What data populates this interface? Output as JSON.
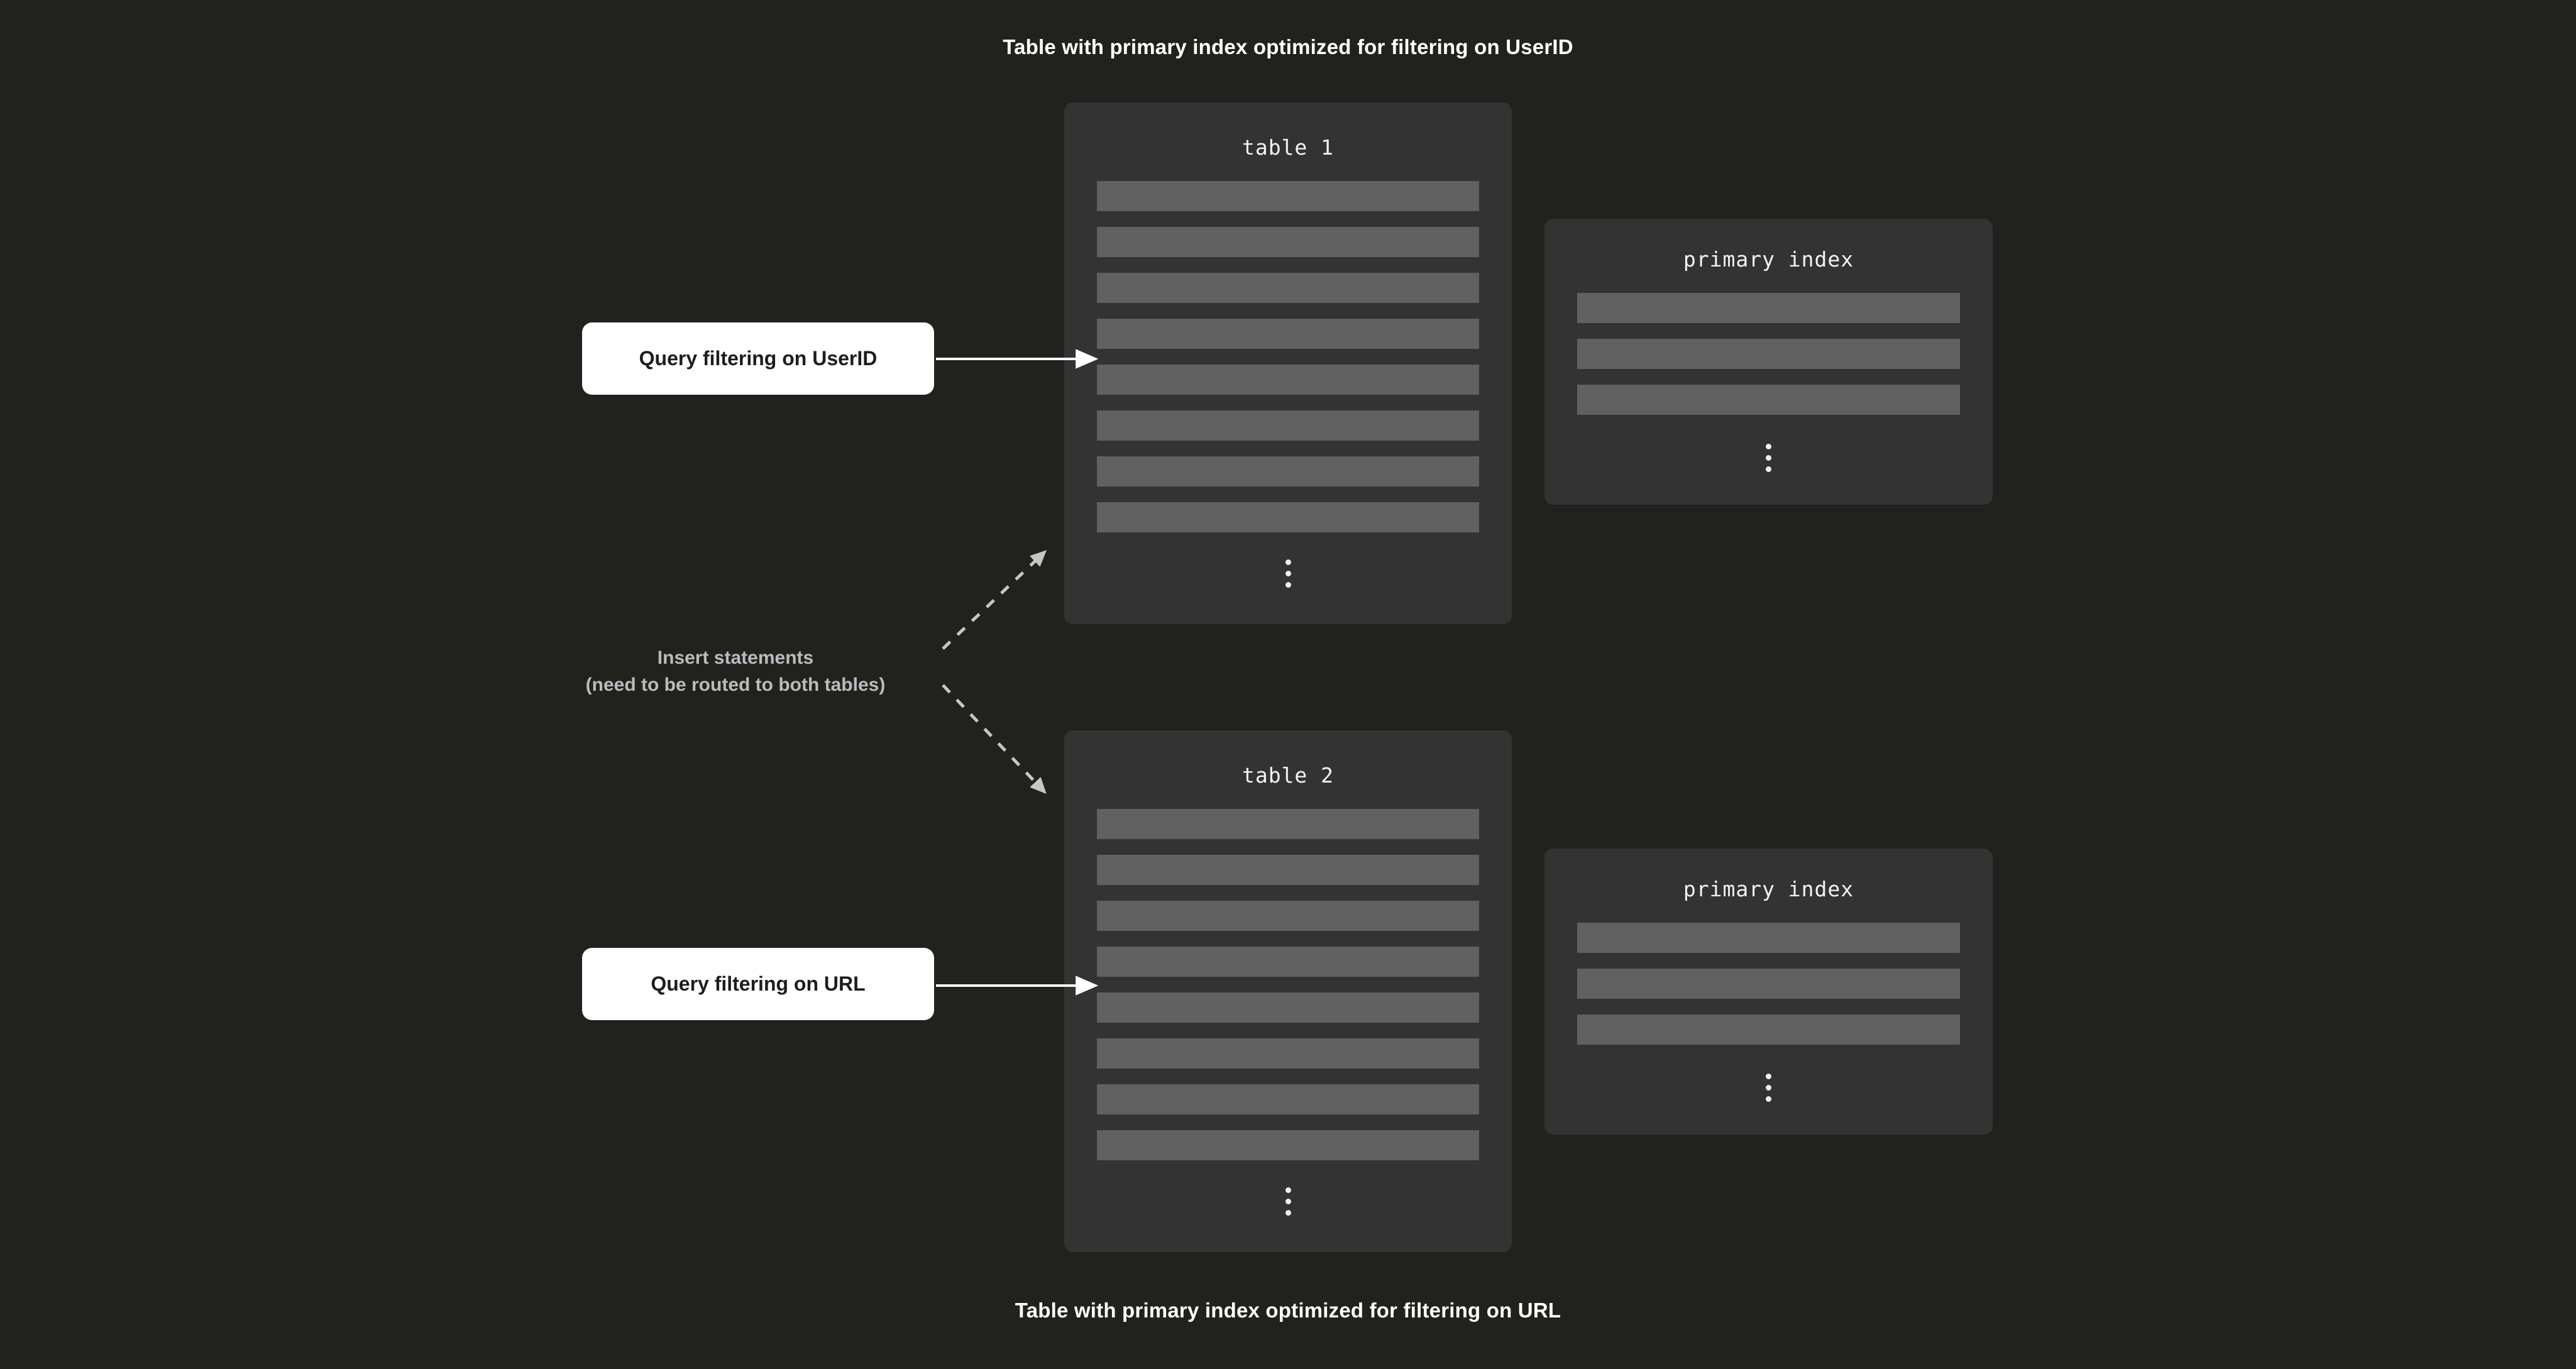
{
  "page": {
    "background_color": "#21211e",
    "caption_top": "Table with primary index optimized for filtering on UserID",
    "caption_bottom": "Table with primary index optimized for filtering on URL"
  },
  "colors": {
    "background": "#21211e",
    "card": "#333333",
    "row_bar": "#616161",
    "chip_background": "#ffffff",
    "chip_text": "#1d1d1b",
    "caption_text": "#ffffff",
    "insert_text": "#b8bcbe",
    "solid_arrow": "#ffffff",
    "dashed_arrow": "#c3c7ca"
  },
  "tables": [
    {
      "title": "table 1",
      "row_count": 8,
      "has_ellipsis": true,
      "index": {
        "title": "primary index",
        "row_count": 3,
        "has_ellipsis": true
      }
    },
    {
      "title": "table 2",
      "row_count": 8,
      "has_ellipsis": true,
      "index": {
        "title": "primary index",
        "row_count": 3,
        "has_ellipsis": true
      }
    }
  ],
  "queries": [
    {
      "label": "Query filtering on UserID",
      "target": "table 1"
    },
    {
      "label": "Query filtering on URL",
      "target": "table 2"
    }
  ],
  "insert_note": {
    "line1": "Insert statements",
    "line2": "(need to be routed to both tables)"
  }
}
